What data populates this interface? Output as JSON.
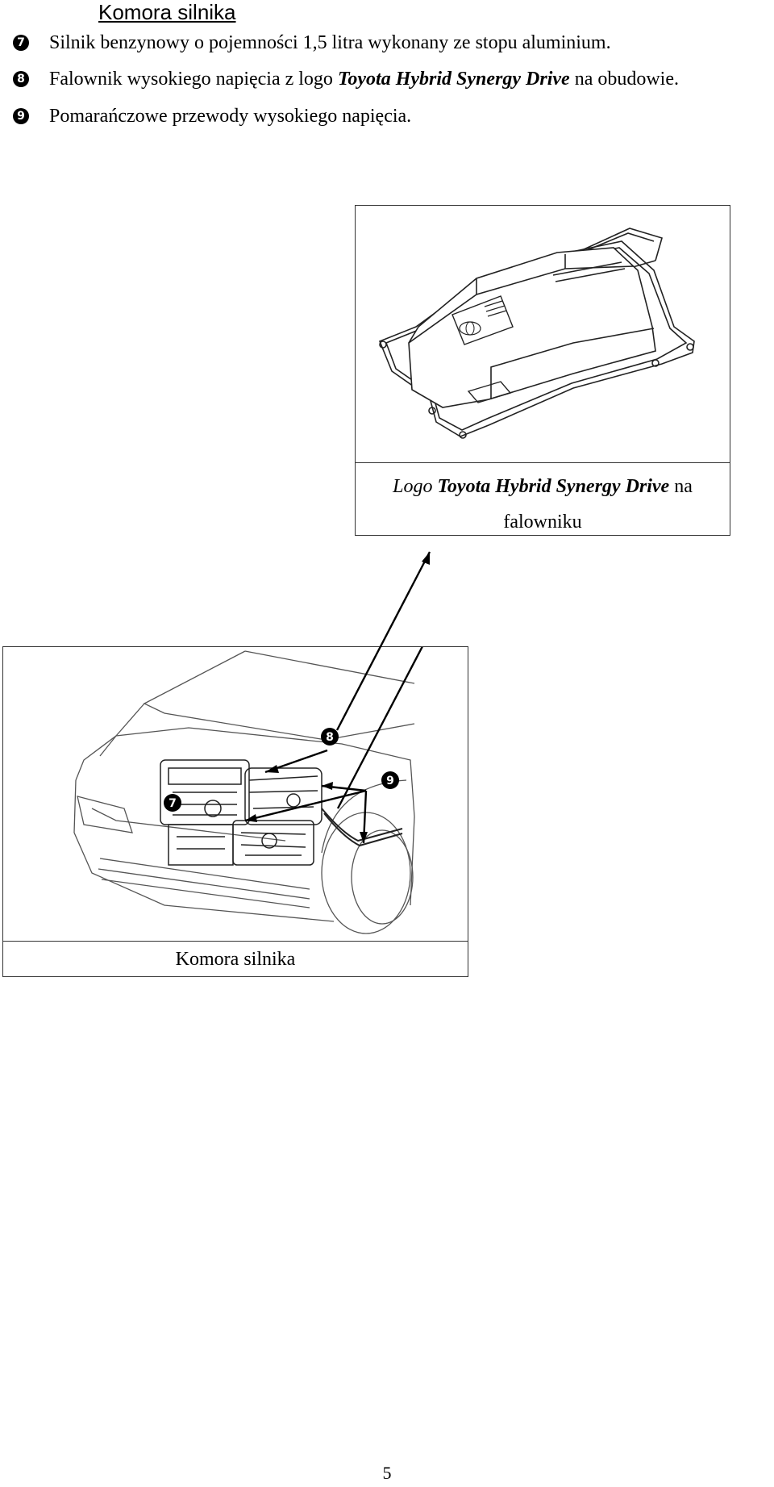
{
  "heading": "Komora silnika",
  "items": [
    {
      "marker": "7",
      "parts": [
        {
          "text": "Silnik benzynowy o pojemności 1,5 litra wykonany ze stopu aluminium.",
          "style": "normal"
        }
      ]
    },
    {
      "marker": "8",
      "parts": [
        {
          "text": "Falownik wysokiego napięcia z logo ",
          "style": "normal"
        },
        {
          "text": "Toyota Hybrid Synergy Drive",
          "style": "bold-italic"
        },
        {
          "text": " na obudowie.",
          "style": "normal"
        }
      ]
    },
    {
      "marker": "9",
      "parts": [
        {
          "text": "Pomarańczowe przewody wysokiego napięcia.",
          "style": "normal"
        }
      ]
    }
  ],
  "inverter_figure": {
    "caption_prefix": "Logo ",
    "caption_bold": "Toyota Hybrid Synergy Drive",
    "caption_suffix": " na",
    "caption_line2": "falowniku"
  },
  "engine_figure": {
    "caption": "Komora silnika",
    "callouts": [
      "7",
      "8",
      "9"
    ]
  },
  "page_number": "5"
}
